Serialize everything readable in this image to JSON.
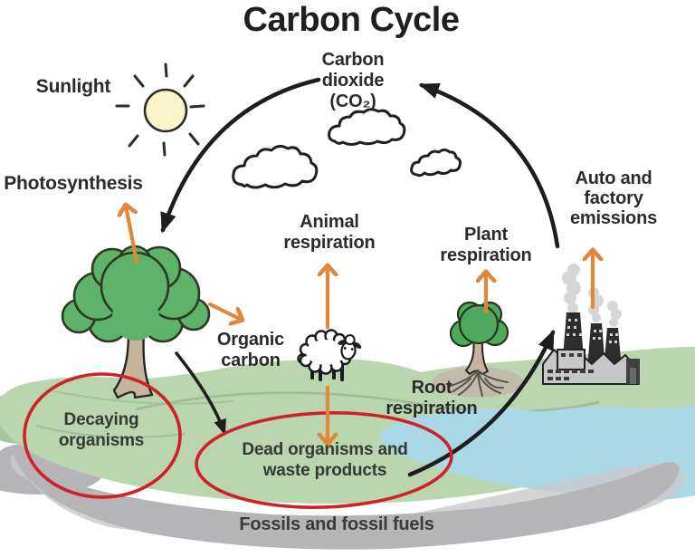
{
  "title": "Carbon Cycle",
  "labels": {
    "sunlight": "Sunlight",
    "photosynthesis": "Photosynthesis",
    "carbon_dioxide": "Carbon\ndioxide\n(CO₂)",
    "animal_respiration": "Animal\nrespiration",
    "plant_respiration": "Plant\nrespiration",
    "auto_factory_emissions": "Auto and\nfactory\nemissions",
    "organic_carbon": "Organic\ncarbon",
    "root_respiration": "Root\nrespiration",
    "decaying_organisms": "Decaying\norganisms",
    "dead_organisms": "Dead organisms and\nwaste products",
    "fossils_fuels": "Fossils and fossil fuels"
  },
  "icons": {
    "sun": "sun-icon",
    "clouds": "cloud-icon",
    "large_tree": "tree-icon",
    "small_tree_with_roots": "rooted-tree-icon",
    "sheep": "sheep-icon",
    "factory": "factory-icon",
    "flow_arrows_black": "curved-arrow-icon",
    "flux_arrows_orange": "straight-arrow-icon",
    "highlight_ellipses": "red-ellipse-highlight"
  },
  "colors": {
    "arrow_orange": "#e0873c",
    "highlight_red": "#cf2127",
    "flow_black": "#1d1d1d",
    "tree_green": "#5fb269",
    "small_tree_green": "#4fa95c",
    "ground_green": "#b9d6ae",
    "back_green": "#a6c79c",
    "water_blue": "#a9d8e7",
    "shadow_gray": "#b5b5b7",
    "trunk_tan": "#c6b49c",
    "sun_yellow": "#faf4cb",
    "text_dark": "#2b2b2b"
  }
}
